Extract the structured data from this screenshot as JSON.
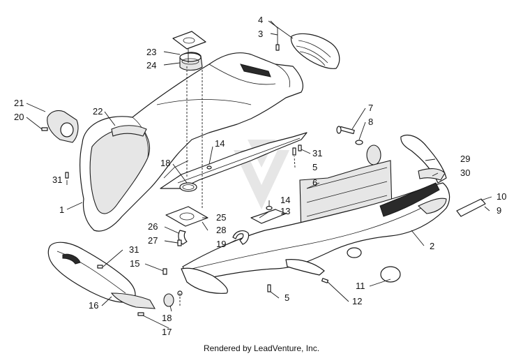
{
  "callouts": {
    "c1": "1",
    "c2": "2",
    "c3": "3",
    "c4": "4",
    "c5a": "5",
    "c5b": "5",
    "c6": "6",
    "c7": "7",
    "c8": "8",
    "c9": "9",
    "c10": "10",
    "c11": "11",
    "c12": "12",
    "c13": "13",
    "c14a": "14",
    "c14b": "14",
    "c15": "15",
    "c16": "16",
    "c17": "17",
    "c18a": "18",
    "c18b": "18",
    "c19": "19",
    "c20": "20",
    "c21": "21",
    "c22": "22",
    "c23": "23",
    "c24": "24",
    "c25": "25",
    "c26": "26",
    "c27": "27",
    "c28": "28",
    "c29": "29",
    "c30": "30",
    "c31a": "31",
    "c31b": "31",
    "c31c": "31"
  },
  "footer": "Rendered by LeadVenture, Inc.",
  "colors": {
    "line": "#1a1a1a",
    "fill": "#ffffff",
    "shade": "#e6e6e6",
    "watermark": "#c8c8c8"
  }
}
